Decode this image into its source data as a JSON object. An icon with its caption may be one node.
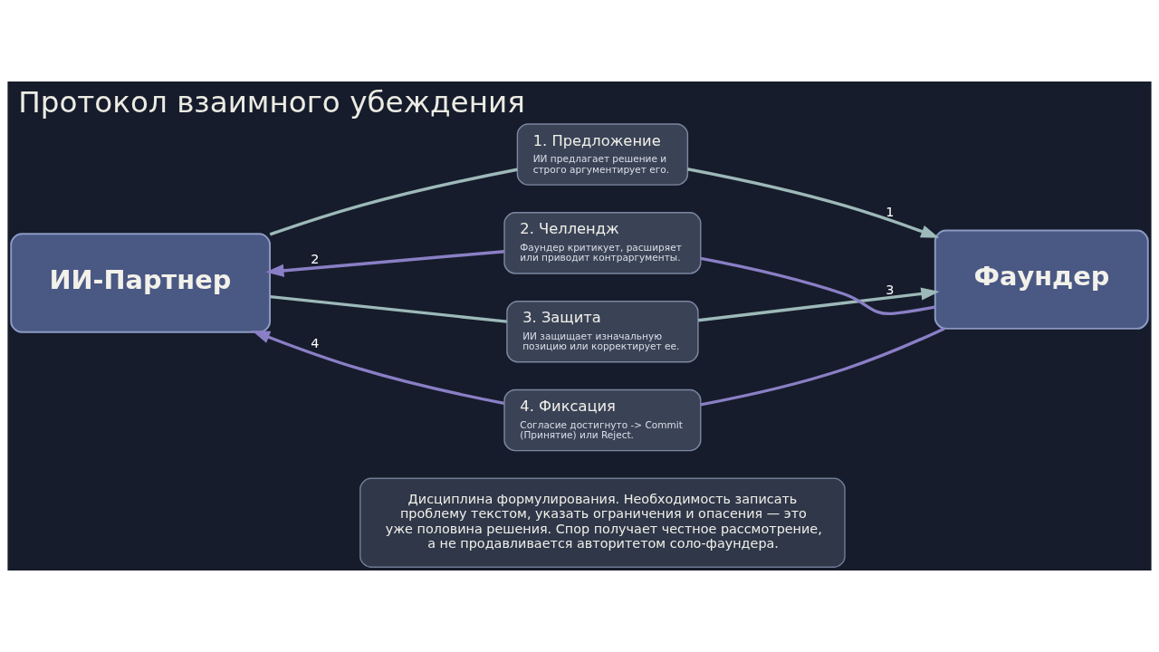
{
  "diagram": {
    "title": "Протокол взаимного убеждения",
    "nodes": [
      {
        "text": [
          "ИИ-Партнер"
        ]
      },
      {
        "text": [
          "1. Предложение",
          "ИИ предлагает решение и строго аргументирует его."
        ]
      },
      {
        "text": [
          "2. Челлендж",
          "Фаундер критикует, расширяет или приводит контраргументы."
        ]
      },
      {
        "text": [
          "3. Защита",
          "ИИ защищает изначальную позицию или корректирует ее."
        ]
      },
      {
        "text": [
          "4. Фиксация",
          "Согласие достигнуто -> Commit (Принятие) или Reject."
        ]
      },
      {
        "text": [
          "Фаундер"
        ]
      },
      {
        "text": [
          "Дисциплина формулирования. Необходимость записать проблему текстом, указать ограничения и опасения — это уже половина решения. Спор получает честное рассмотрение, а не продавливается авторитетом соло-фаундера."
        ]
      }
    ],
    "edges": [
      {
        "from": 0,
        "to": 1,
        "arrow": "none",
        "color": "#9db9b9"
      },
      {
        "from": 1,
        "to": 5,
        "arrow": "to",
        "label": "1",
        "color": "#9db9b9"
      },
      {
        "from": 5,
        "to": 2,
        "arrow": "none",
        "color": "#8a7fc6"
      },
      {
        "from": 2,
        "to": 0,
        "arrow": "to",
        "label": "2",
        "color": "#8a7fc6"
      },
      {
        "from": 0,
        "to": 3,
        "arrow": "none",
        "color": "#9db9b9"
      },
      {
        "from": 3,
        "to": 5,
        "arrow": "to",
        "label": "3",
        "color": "#9db9b9"
      },
      {
        "from": 5,
        "to": 4,
        "arrow": "none",
        "color": "#8a7fc6"
      },
      {
        "from": 4,
        "to": 0,
        "arrow": "to",
        "label": "4",
        "color": "#8a7fc6"
      }
    ]
  }
}
